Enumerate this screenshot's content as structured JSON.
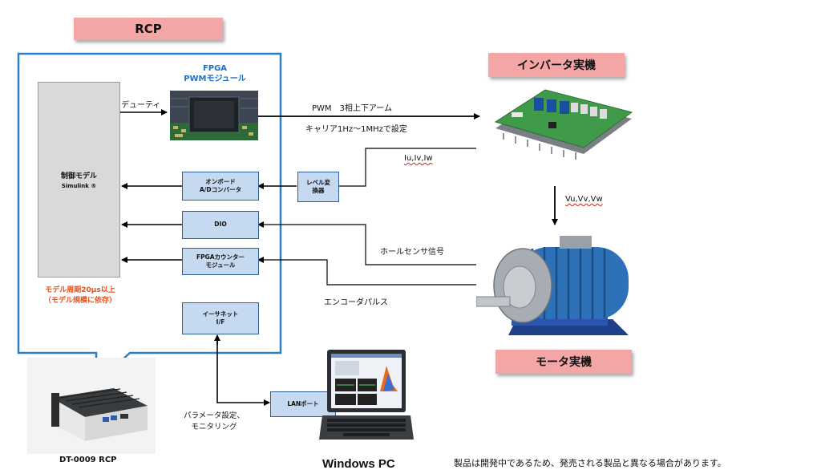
{
  "rcp_title": "RCP",
  "inverter_title": "インバータ実機",
  "motor_title": "モータ実機",
  "fpga_pwm": {
    "line1": "FPGA",
    "line2": "PWMモジュール"
  },
  "control_model": {
    "line1": "制御モデル",
    "line2": "Simulink ®"
  },
  "model_period_note": {
    "line1": "モデル周期20μs以上",
    "line2": "（モデル規模に依存）"
  },
  "blocks": {
    "ad": {
      "line1": "オンボード",
      "line2": "A/Dコンバータ"
    },
    "level": {
      "line1": "レベル変",
      "line2": "換器"
    },
    "dio": "DIO",
    "counter": {
      "line1": "FPGAカウンター",
      "line2": "モジュール"
    },
    "ethernet": {
      "line1": "イーサネット",
      "line2": "I/F"
    },
    "lan_port": "LANポート"
  },
  "signals": {
    "duty": "デューティ",
    "pwm": "PWM　3相上下アーム",
    "carrier": "キャリア1Hz～1MHzで設定",
    "currents": "Iu,Iv,Iw",
    "voltages": "Vu,Vv,Vw",
    "hall": "ホールセンサ信号",
    "encoder": "エンコーダパルス",
    "params_line1": "パラメータ設定、",
    "params_line2": "モニタリング"
  },
  "device_caption": "DT-0009 RCP",
  "pc_caption": "Windows PC",
  "disclaimer": "製品は開発中であるため、発売される製品と異なる場合があります。",
  "colors": {
    "pink": "#f4a6a6",
    "frame_blue": "#2a7fc6",
    "box_blue": "#c5d9f1",
    "note_red": "#e8501a",
    "fpga_blue": "#1f6fc8"
  }
}
